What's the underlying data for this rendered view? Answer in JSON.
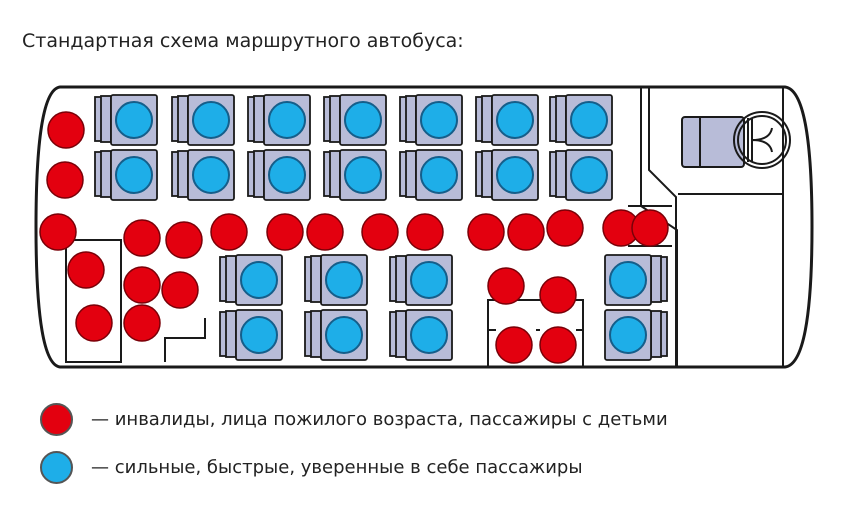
{
  "title": "Стандартная схема маршрутного автобуса:",
  "colors": {
    "red": "#e3000f",
    "blue": "#1eaee8",
    "seat": "#b8bcd8",
    "outline": "#1a1a1a"
  },
  "legend": [
    {
      "color": "red",
      "text": "— инвалиды, лица пожилого возраста, пассажиры с детьми"
    },
    {
      "color": "blue",
      "text": "— сильные, быстрые, уверенные в себе пассажиры"
    }
  ],
  "counts": {
    "blue_seats": 22,
    "red_passengers": 24
  }
}
